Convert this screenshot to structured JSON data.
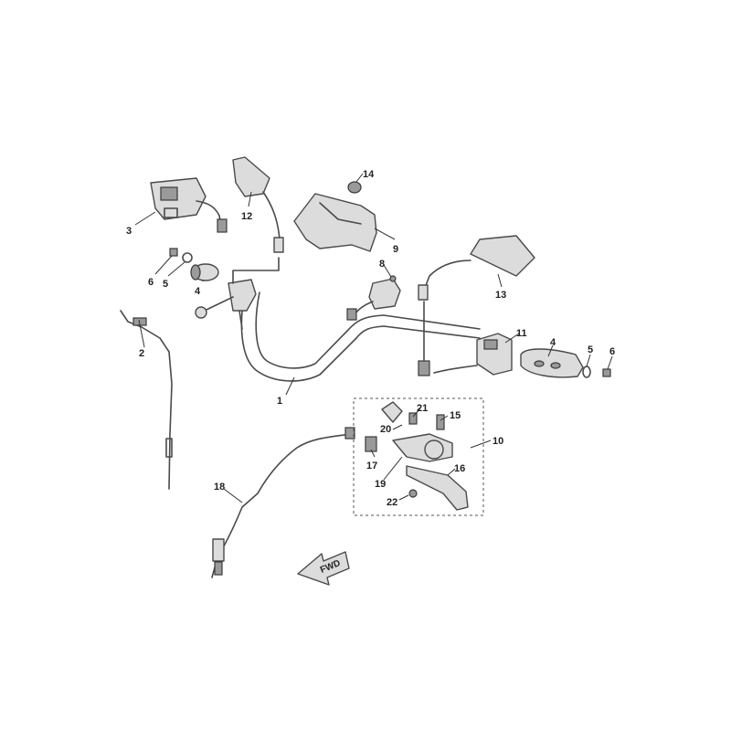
{
  "diagram": {
    "type": "exploded-parts-diagram",
    "subject": "handlebar assembly",
    "callouts": [
      "1",
      "2",
      "3",
      "4",
      "5",
      "6",
      "8",
      "9",
      "10",
      "11",
      "12",
      "13",
      "14",
      "15",
      "16",
      "17",
      "18",
      "19",
      "20",
      "21",
      "22"
    ],
    "repeated_callouts": [
      "4",
      "5",
      "6"
    ],
    "direction_marker": "FWD"
  }
}
